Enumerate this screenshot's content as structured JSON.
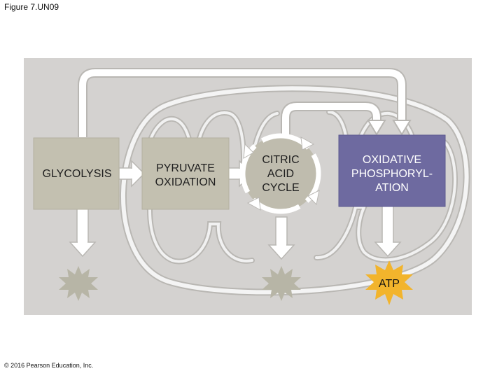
{
  "figure_label": "Figure 7.UN09",
  "copyright": "© 2016 Pearson Education, Inc.",
  "stages": {
    "glycolysis": "GLYCOLYSIS",
    "pyruvate_oxidation": [
      "PYRUVATE",
      "OXIDATION"
    ],
    "citric_acid_cycle": [
      "CITRIC",
      "ACID",
      "CYCLE"
    ],
    "oxidative_phosphorylation": [
      "OXIDATIVE",
      "PHOSPHORYL-",
      "ATION"
    ]
  },
  "atp_label": "ATP",
  "colors": {
    "panel": "#d4d2d0",
    "stage_box": "#c3c0b0",
    "citric_cycle": "#bfbcae",
    "oxidative_box": "#6e6aa0",
    "atp_burst": "#f2b42c",
    "product_burst": "#b7b5a6",
    "arrow_fill": "#ffffff",
    "arrow_outline": "#b9b7b3"
  }
}
